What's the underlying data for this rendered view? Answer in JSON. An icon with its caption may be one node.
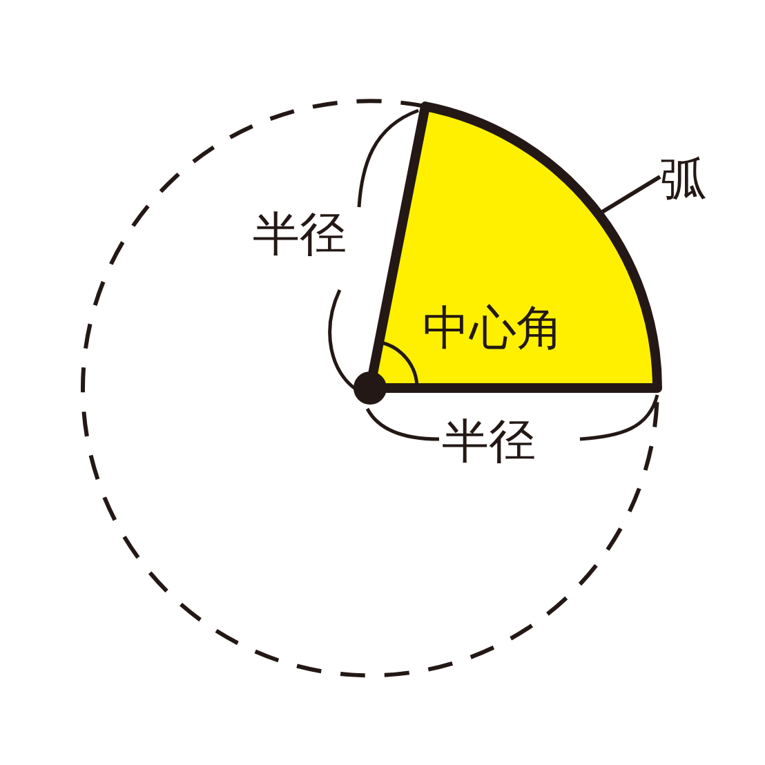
{
  "diagram": {
    "nodes": [
      {
        "text": [
          "弧"
        ]
      },
      {
        "text": [],
        "shape": "arc"
      }
    ],
    "edges": [
      {
        "from": 0,
        "to": 1,
        "arrow": "none"
      }
    ],
    "labels": [
      "半径",
      "中心角",
      "半径"
    ]
  }
}
